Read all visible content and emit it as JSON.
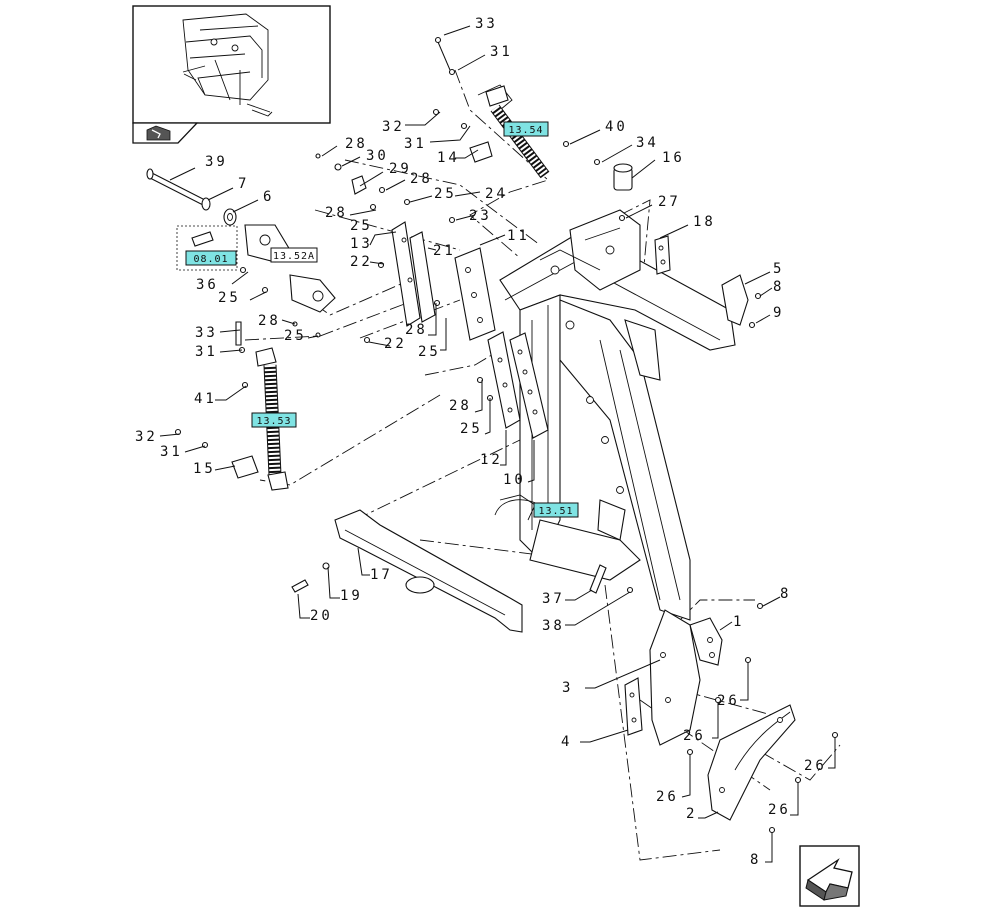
{
  "colors": {
    "line": "#111111",
    "background": "#ffffff",
    "ref_box_fill": "#7fe3e3",
    "ref_box_border": "#111111"
  },
  "refs": {
    "r1354": "13.54",
    "r1353": "13.53",
    "r1351": "13.51",
    "r0801": "08.01",
    "r1352": "13.52A"
  },
  "labels": {
    "l33a": "33",
    "l31a": "31",
    "l32a": "32",
    "l31b": "31",
    "l14": "14",
    "l40": "40",
    "l34": "34",
    "l16": "16",
    "l27": "27",
    "l18": "18",
    "l5": "5",
    "l8a": "8",
    "l9": "9",
    "l39": "39",
    "l7": "7",
    "l6": "6",
    "l28a": "28",
    "l30": "30",
    "l29": "29",
    "l28b": "28",
    "l25a": "25",
    "l24": "24",
    "l28c": "28",
    "l23": "23",
    "l25b": "25",
    "l13": "13",
    "l22a": "22",
    "l21": "21",
    "l11": "11",
    "l36": "36",
    "l25c": "25",
    "l33b": "33",
    "l31c": "31",
    "l28d": "28",
    "l25d": "25",
    "l28e": "28",
    "l22b": "22",
    "l25e": "25",
    "l41": "41",
    "l32b": "32",
    "l31d": "31",
    "l15": "15",
    "l28f": "28",
    "l25f": "25",
    "l12": "12",
    "l10": "10",
    "l17": "17",
    "l19": "19",
    "l20": "20",
    "l37": "37",
    "l38": "38",
    "l8b": "8",
    "l1": "1",
    "l3": "3",
    "l26a": "26",
    "l26b": "26",
    "l4": "4",
    "l26c": "26",
    "l26d": "26",
    "l26e": "26",
    "l2": "2",
    "l8c": "8"
  },
  "icons": {
    "thumbnail": "assembly-thumbnail-icon",
    "nav_back": "folder-arrow-icon",
    "nav_next": "next-page-arrow-icon"
  }
}
